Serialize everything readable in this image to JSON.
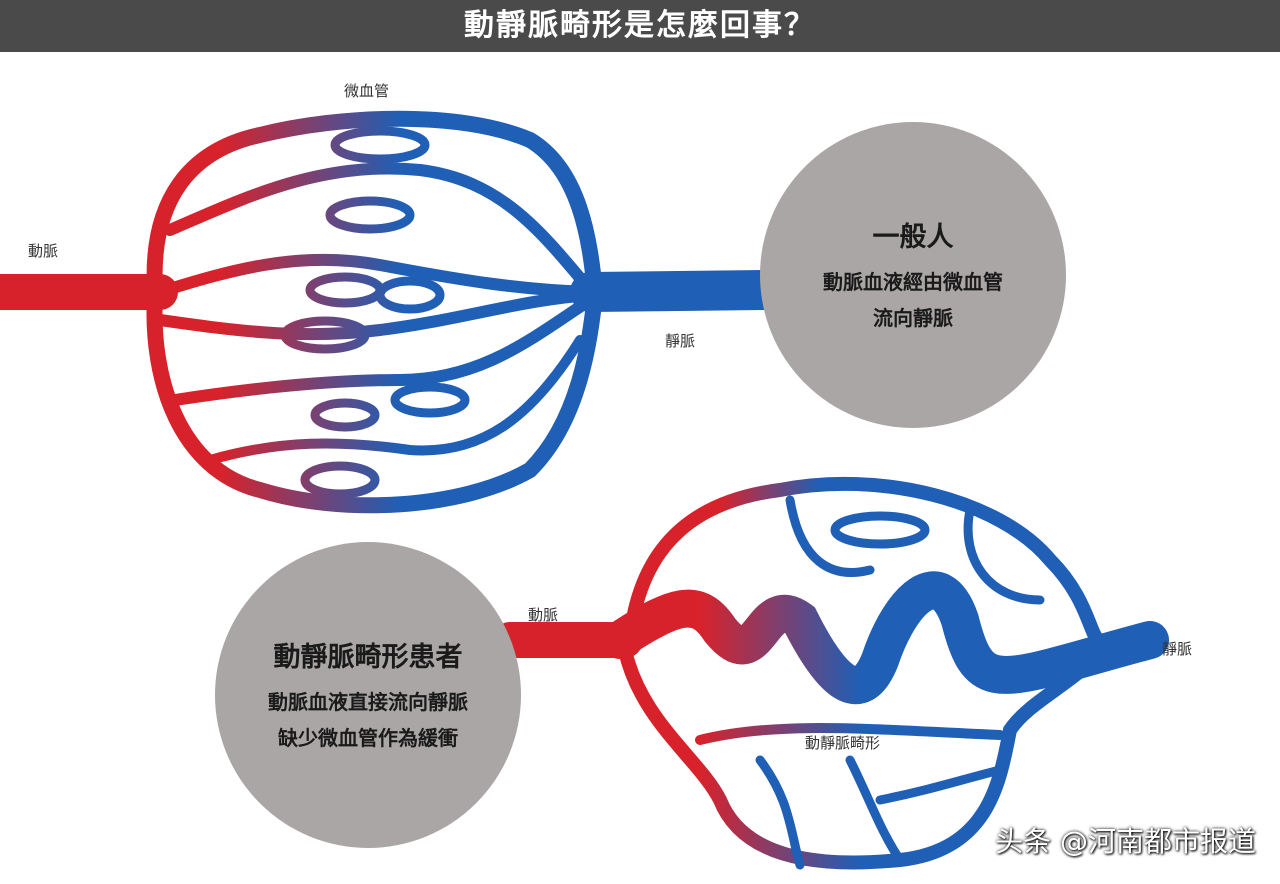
{
  "title": "動靜脈畸形是怎麼回事？",
  "top": {
    "capillary_label": "微血管",
    "artery_label": "動脈",
    "vein_label": "靜脈",
    "circle": {
      "title": "一般人",
      "lines": [
        "動脈血液經由微血管",
        "流向靜脈"
      ]
    }
  },
  "bottom": {
    "artery_label": "動脈",
    "vein_label": "靜脈",
    "malformation_label": "動靜脈畸形",
    "circle": {
      "title": "動靜脈畸形患者",
      "lines": [
        "動脈血液直接流向靜脈",
        "缺少微血管作為緩衝"
      ]
    }
  },
  "watermark": "头条 @河南都市报道",
  "colors": {
    "artery": "#d8222b",
    "vein": "#1f5fb5",
    "circle": "#a9a6a5",
    "header": "#4a4a4a"
  }
}
